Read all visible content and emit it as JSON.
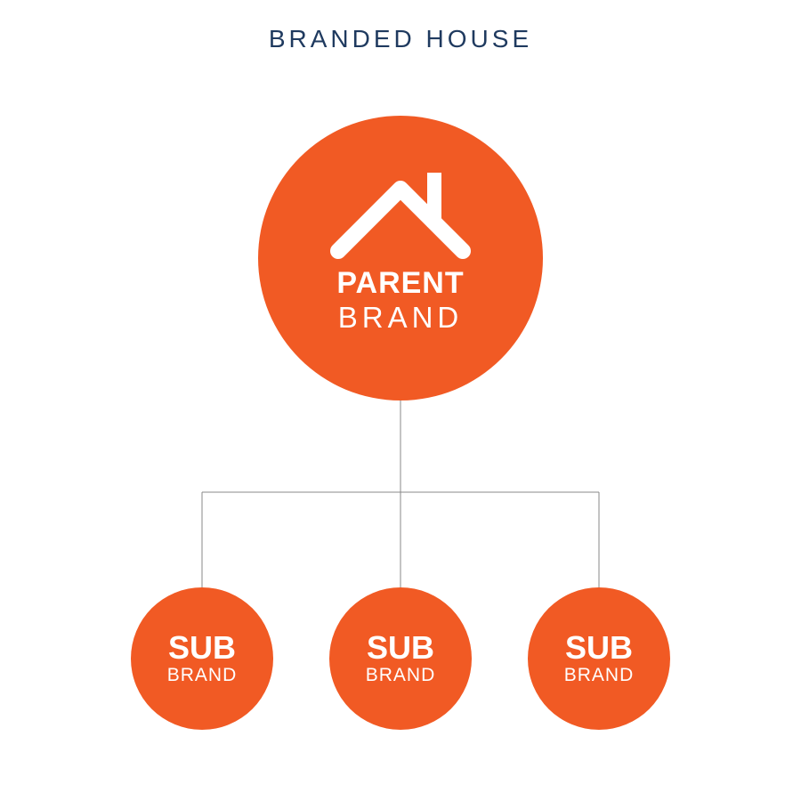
{
  "title": "BRANDED HOUSE",
  "colors": {
    "node_fill": "#f15a24",
    "title_text": "#1f3a5f",
    "connector": "#888888",
    "node_text": "#ffffff"
  },
  "parent": {
    "icon": "house-icon",
    "line1": "PARENT",
    "line2": "BRAND"
  },
  "subs": [
    {
      "line1": "SUB",
      "line2": "BRAND"
    },
    {
      "line1": "SUB",
      "line2": "BRAND"
    },
    {
      "line1": "SUB",
      "line2": "BRAND"
    }
  ]
}
